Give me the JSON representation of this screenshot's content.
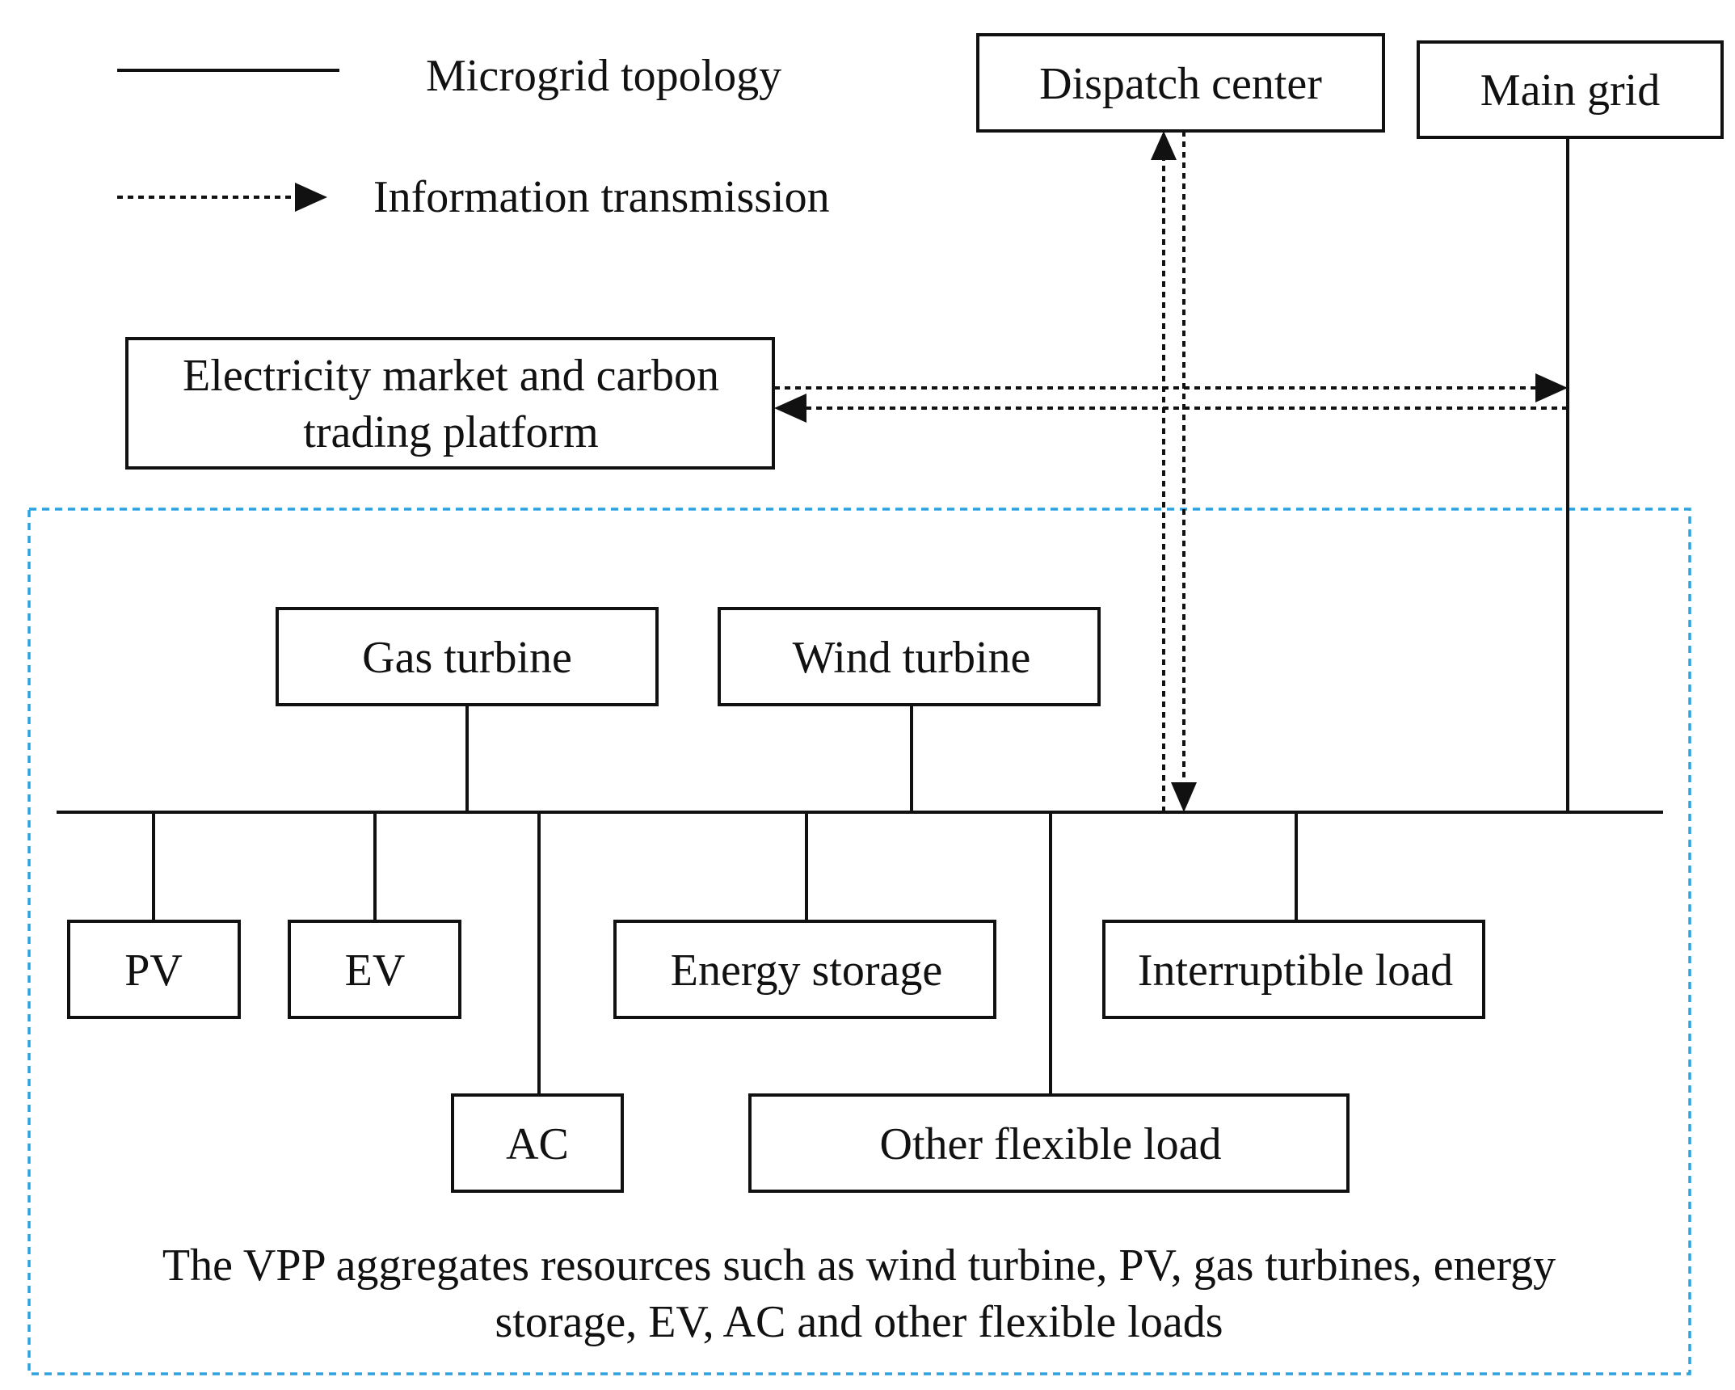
{
  "legend": {
    "topology_label": "Microgrid topology",
    "info_label": "Information transmission"
  },
  "nodes": {
    "dispatch_center": "Dispatch center",
    "main_grid": "Main grid",
    "market_line1": "Electricity market and carbon",
    "market_line2": "trading platform",
    "gas_turbine": "Gas turbine",
    "wind_turbine": "Wind turbine",
    "pv": "PV",
    "ev": "EV",
    "energy_storage": "Energy storage",
    "interruptible_load": "Interruptible load",
    "ac": "AC",
    "other_flexible_load": "Other flexible load"
  },
  "vpp_caption": {
    "line1": "The VPP aggregates resources such as wind turbine, PV, gas turbines, energy",
    "line2": "storage, EV, AC and other flexible loads"
  },
  "colors": {
    "line": "#111111",
    "vpp_frame": "#2aa3df",
    "background": "#ffffff"
  }
}
